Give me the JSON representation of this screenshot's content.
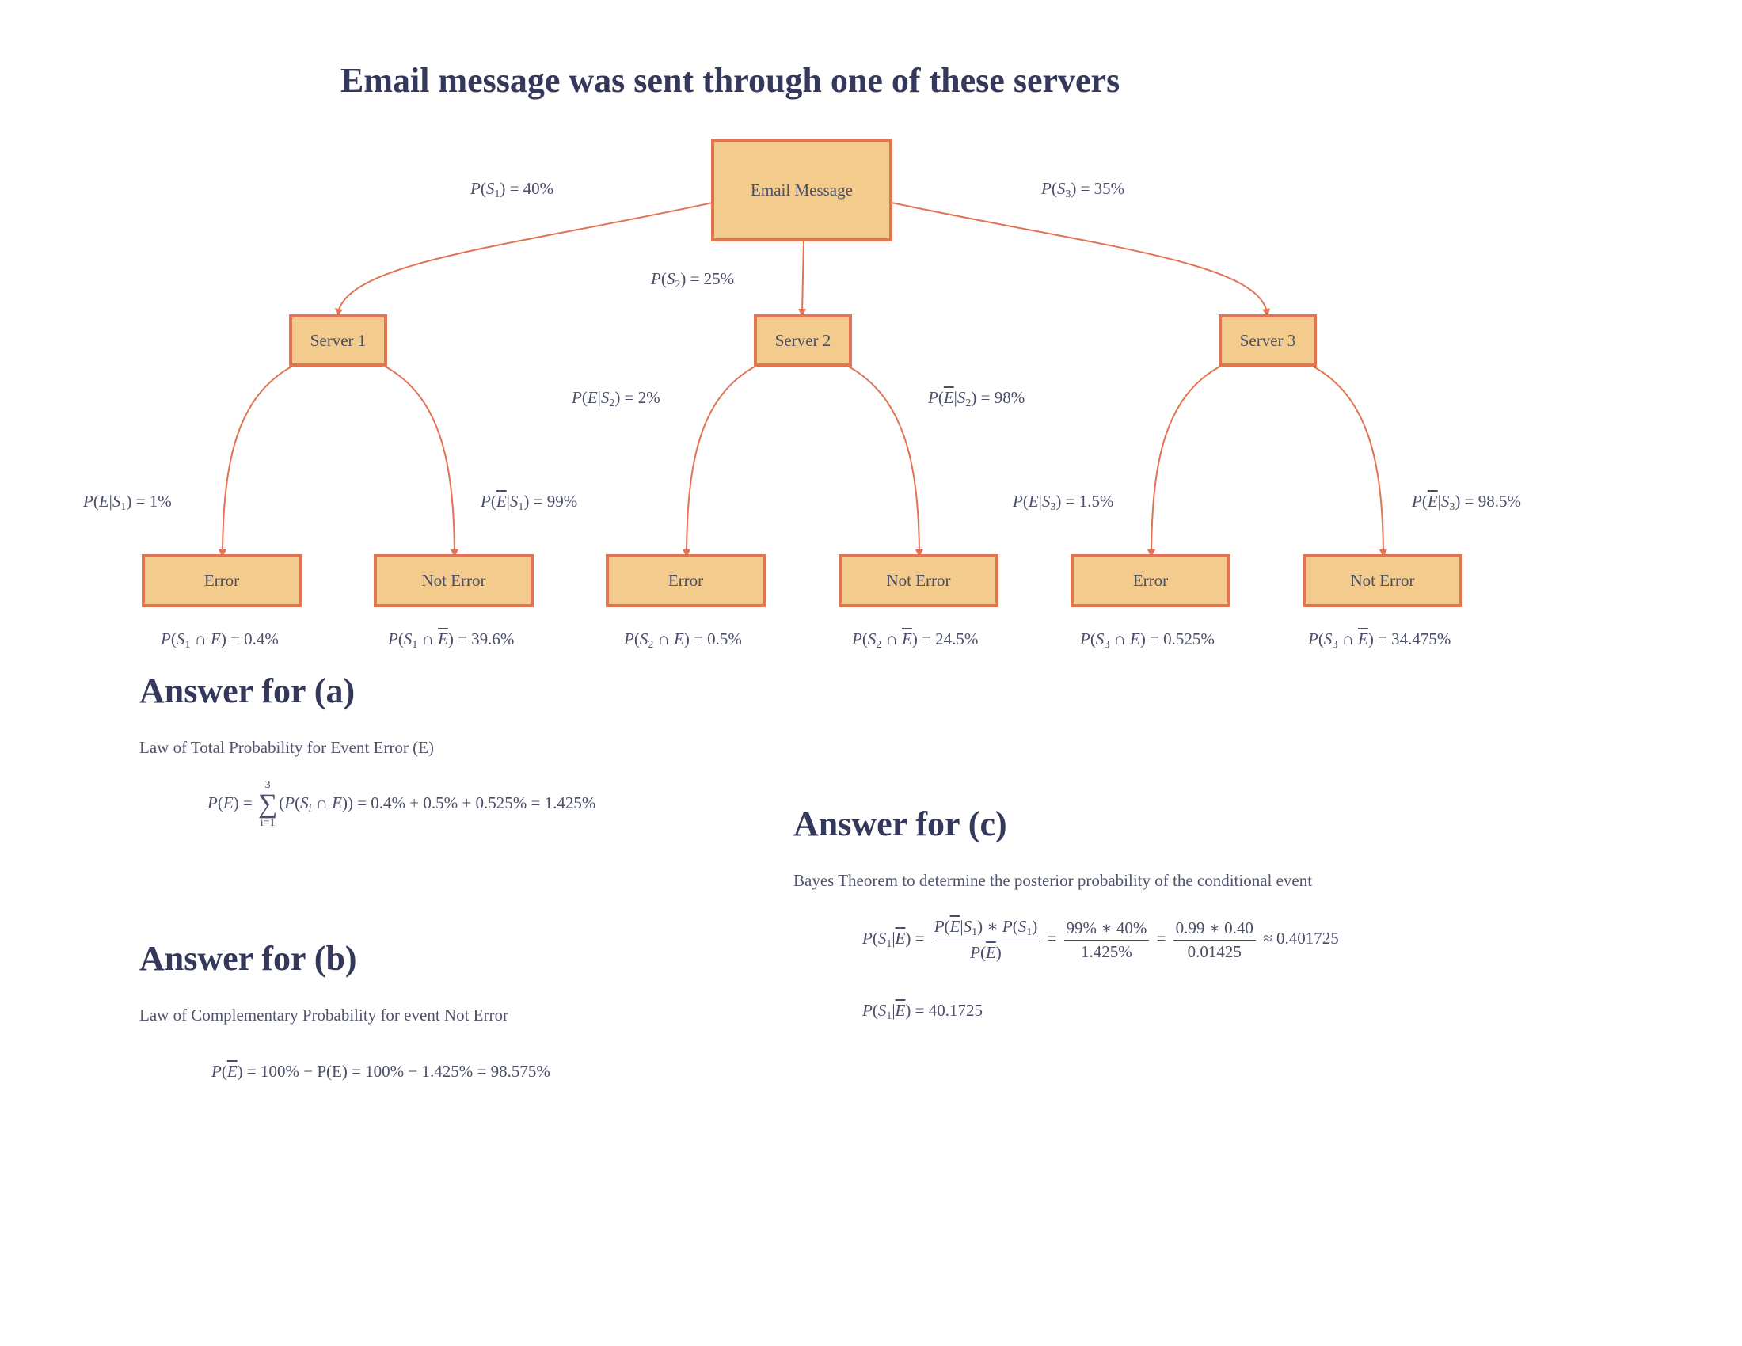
{
  "title": "Email message was sent through one of  these servers",
  "colors": {
    "node_fill": "#f3cb8d",
    "node_border": "#e07453",
    "edge": "#e07453",
    "text": "#4a4e68",
    "heading": "#34385a"
  },
  "tree": {
    "root": "Email Message",
    "servers": [
      "Server 1",
      "Server 2",
      "Server 3"
    ],
    "outcomes": [
      "Error",
      "Not Error",
      "Error",
      "Not Error",
      "Error",
      "Not Error"
    ],
    "server_probs": [
      "40%",
      "25%",
      "35%"
    ],
    "error_probs": [
      "1%",
      "2%",
      "1.5%"
    ],
    "not_error_probs": [
      "99%",
      "98%",
      "98.5%"
    ],
    "joint_error": [
      "0.4%",
      "0.5%",
      "0.525%"
    ],
    "joint_not_error": [
      "39.6%",
      "24.5%",
      "34.475%"
    ]
  },
  "answer_a": {
    "heading": "Answer for (a)",
    "description": "Law of  Total Probability for Event Error (E)",
    "sum_upper": "3",
    "sum_lower": "i=1",
    "result": "= 0.4% + 0.5% + 0.525% = 1.425%"
  },
  "answer_b": {
    "heading": "Answer for (b)",
    "description": "Law of  Complementary Probability for event Not Error",
    "result": "= 100% − P(E) = 100% − 1.425% = 98.575%"
  },
  "answer_c": {
    "heading": "Answer for (c)",
    "description": "Bayes Theorem to determine the posterior probability of  the conditional event",
    "frac2_num": "99% ∗ 40%",
    "frac2_den": "1.425%",
    "frac3_num": "0.99 ∗ 0.40",
    "frac3_den": "0.01425",
    "approx": "≈ 0.401725",
    "final": "= 40.1725"
  }
}
